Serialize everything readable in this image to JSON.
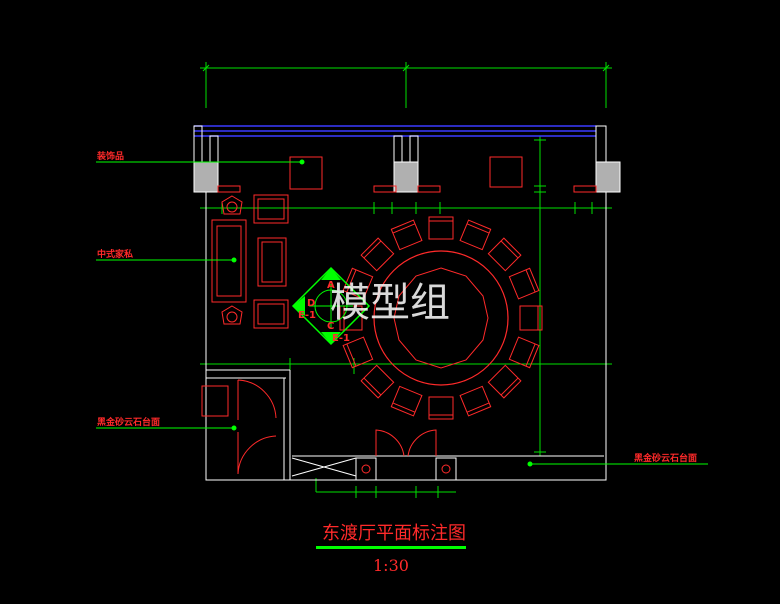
{
  "labels": {
    "ornament": "装饰品",
    "furniture": "中式家私",
    "counter_left": "黑金砂云石台面",
    "counter_right": "黑金砂云石台面"
  },
  "marker": {
    "top": "A",
    "left": "D",
    "bottom": "C",
    "code_left": "E-1",
    "code_right": "E-1"
  },
  "watermark": "模型组",
  "title": "东渡厅平面标注图",
  "scale": "1:30",
  "colors": {
    "background": "#000000",
    "wall": "#ffffff",
    "furniture": "#ff2a2a",
    "dimension": "#00ff00",
    "glass": "#3a3aff",
    "column": "#b0b0b0"
  }
}
